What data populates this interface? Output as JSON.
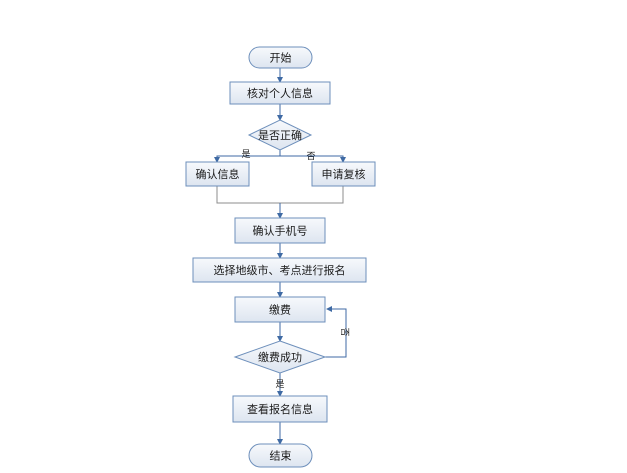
{
  "nodes": {
    "start": "开始",
    "verify_info": "核对个人信息",
    "is_correct": "是否正确",
    "confirm_info": "确认信息",
    "apply_review": "申请复核",
    "confirm_phone": "确认手机号",
    "select_city": "选择地级市、考点进行报名",
    "pay_fee": "缴费",
    "pay_success": "缴费成功",
    "view_info": "查看报名信息",
    "end": "结束"
  },
  "edges": {
    "yes_left": "是",
    "no_right": "否",
    "no_loop": "否",
    "yes_down": "是"
  }
}
